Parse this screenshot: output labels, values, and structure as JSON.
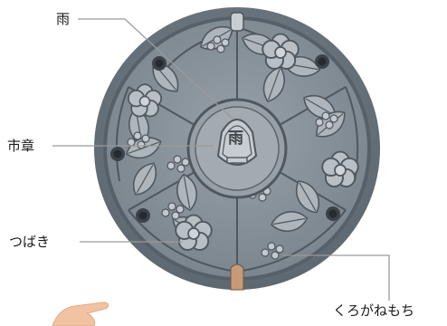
{
  "labels": {
    "rain": "雨",
    "city_crest": "市章",
    "camellia": "つばき",
    "kurogane_holly": "くろがねもち"
  },
  "center_emblem": {
    "kanji": "雨"
  },
  "colors": {
    "cover_rim": "#6f7a84",
    "cover_face": "#8c969e",
    "relief": "#b4bbc1",
    "relief_shadow": "#545c64",
    "leader_line": "#9a9a9a",
    "hand": "#f2c3a3"
  }
}
